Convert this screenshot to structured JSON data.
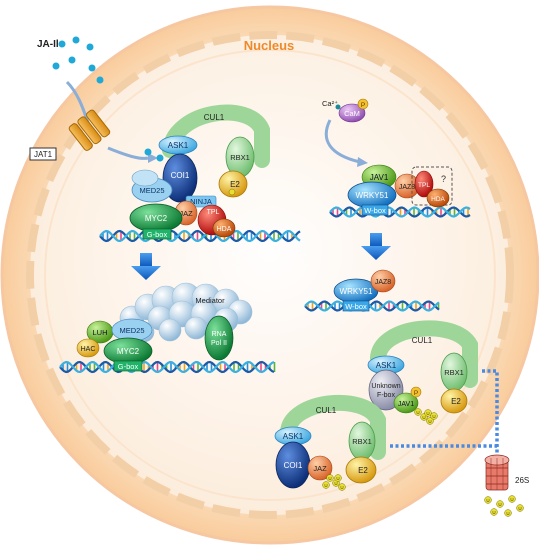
{
  "title": "Nucleus",
  "ligand": "JA-Ile",
  "transporter": "JAT1",
  "ion": "Ca²⁺",
  "p": "P",
  "u": "U",
  "unknown_mark": "?",
  "proteasome": "26S",
  "panel_a": {
    "cul1": "CUL1",
    "ask1": "ASK1",
    "rbx1": "RBX1",
    "coi1": "COI1",
    "e2": "E2",
    "med25": "MED25",
    "ninja": "NINJA",
    "jaz": "JAZ",
    "tpl": "TPL",
    "hda": "HDA",
    "myc2": "MYC2",
    "gbox": "G-box"
  },
  "panel_b": {
    "cam": "CaM",
    "jav1": "JAV1",
    "wrky51": "WRKY51",
    "jaz8": "JAZ8",
    "tpl": "TPL",
    "hda": "HDA",
    "wbox": "W-box"
  },
  "panel_c": {
    "mediator": "Mediator",
    "luh": "LUH",
    "hac": "HAC",
    "med25": "MED25",
    "myc2": "MYC2",
    "gbox": "G-box",
    "rnapol_line1": "RNA",
    "rnapol_line2": "Pol II"
  },
  "panel_d": {
    "wrky51": "WRKY51",
    "jaz8": "JAZ8",
    "wbox": "W-box"
  },
  "panel_e": {
    "cul1": "CUL1",
    "ask1": "ASK1",
    "rbx1": "RBX1",
    "fbox_line1": "Unknown",
    "fbox_line2": "F-box",
    "jav1": "JAV1",
    "e2": "E2"
  },
  "panel_f": {
    "cul1": "CUL1",
    "ask1": "ASK1",
    "rbx1": "RBX1",
    "coi1": "COI1",
    "jaz": "JAZ",
    "e2": "E2"
  },
  "colors": {
    "nucleus_fill": "#fde6cc",
    "nucleus_title": "#ef8a2a",
    "myc2": "#1aa04b",
    "coi1": "#1b4fa0",
    "ask1": "#6cc6ee",
    "rbx1": "#8fcf8f",
    "e2": "#f2c230",
    "jaz": "#ef8a4a",
    "tpl": "#e0201c",
    "hda": "#d86418",
    "wrky51": "#2a8fd8",
    "jav1": "#6cc030",
    "cam": "#b070c8",
    "arrow": "#1a6fd0"
  }
}
